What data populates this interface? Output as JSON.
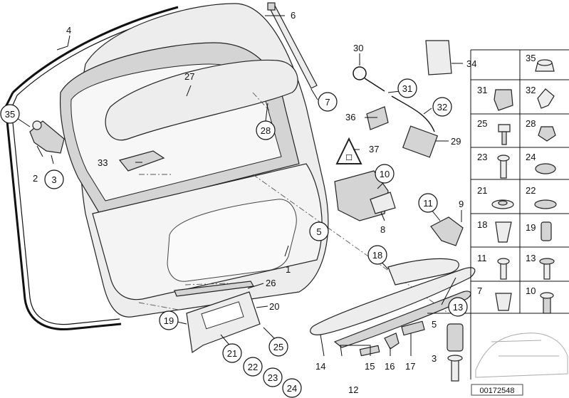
{
  "diagram": {
    "reference_number": "00172548",
    "callouts": {
      "c1": "1",
      "c2": "2",
      "c3": "3",
      "c4": "4",
      "c5": "5",
      "c6": "6",
      "c7": "7",
      "c8": "8",
      "c9": "9",
      "c10": "10",
      "c11": "11",
      "c12": "12",
      "c13": "13",
      "c14": "14",
      "c15": "15",
      "c16": "16",
      "c17": "17",
      "c18": "18",
      "c19": "19",
      "c20": "20",
      "c21": "21",
      "c22": "22",
      "c23": "23",
      "c24": "24",
      "c25": "25",
      "c26": "26",
      "c27": "27",
      "c28": "28",
      "c29": "29",
      "c30": "30",
      "c31": "31",
      "c32": "32",
      "c33": "33",
      "c34": "34",
      "c35": "35",
      "c36": "36",
      "c37": "37"
    },
    "small_parts_table": {
      "rows": [
        [
          "35",
          ""
        ],
        [
          "31",
          "32"
        ],
        [
          "25",
          "28"
        ],
        [
          "23",
          "24"
        ],
        [
          "21",
          "22"
        ],
        [
          "18",
          "19"
        ],
        [
          "11",
          "13"
        ],
        [
          "7",
          "10"
        ],
        [
          "5",
          ""
        ],
        [
          "3",
          ""
        ]
      ]
    }
  }
}
